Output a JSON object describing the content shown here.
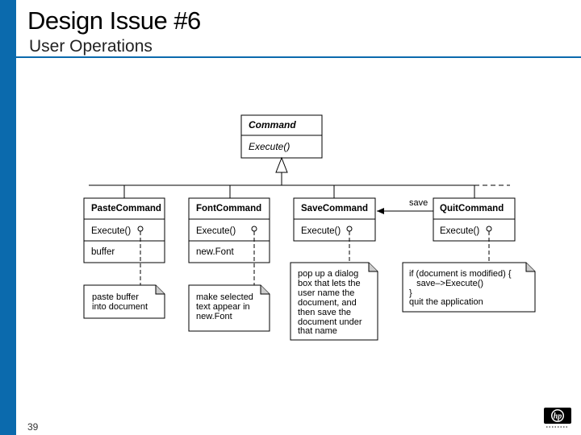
{
  "slide": {
    "title": "Design Issue #6",
    "subtitle": "User Operations",
    "page_number": "39"
  },
  "diagram": {
    "command": {
      "name": "Command",
      "method": "Execute()"
    },
    "paste": {
      "name": "PasteCommand",
      "method": "Execute()",
      "attribute": "buffer",
      "note": [
        "paste buffer",
        "into document"
      ]
    },
    "font": {
      "name": "FontCommand",
      "method": "Execute()",
      "attribute": "new.Font",
      "note": [
        "make selected",
        "text appear in",
        "new.Font"
      ]
    },
    "save": {
      "name": "SaveCommand",
      "method": "Execute()",
      "note": [
        "pop up a dialog",
        "box that lets the",
        "user name the",
        "document, and",
        "then save the",
        "document under",
        "that name"
      ]
    },
    "quit": {
      "name": "QuitCommand",
      "method": "Execute()",
      "note": [
        "if (document is modified) {",
        "   save–>Execute()",
        "}",
        "quit the application"
      ]
    },
    "association_label": "save"
  },
  "colors": {
    "accent": "#0b6aad"
  },
  "logo": {
    "icon": "hp-logo-icon",
    "text": "hp"
  }
}
